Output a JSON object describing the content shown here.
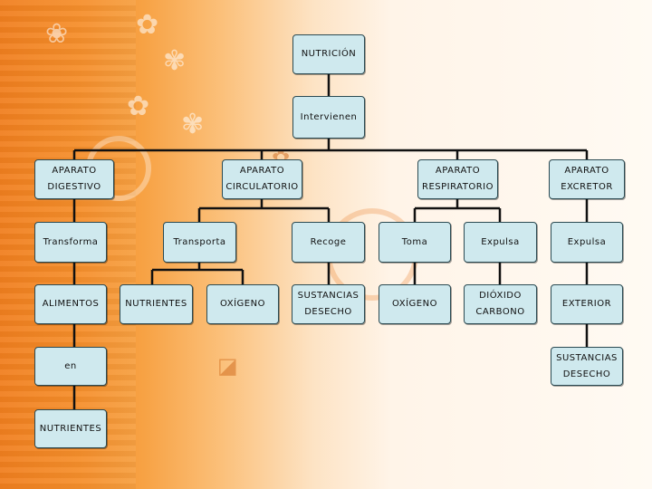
{
  "nodes": {
    "nutricion": "NUTRICIÓN",
    "intervienen": "Intervienen",
    "digestivo_1": "APARATO",
    "digestivo_2": "DIGESTIVO",
    "circulatorio_1": "APARATO",
    "circulatorio_2": "CIRCULATORIO",
    "respiratorio_1": "APARATO",
    "respiratorio_2": "RESPIRATORIO",
    "excretor_1": "APARATO",
    "excretor_2": "EXCRETOR",
    "transforma": "Transforma",
    "transporta": "Transporta",
    "recoge": "Recoge",
    "toma": "Toma",
    "expulsa_1": "Expulsa",
    "expulsa_2": "Expulsa",
    "alimentos": "ALIMENTOS",
    "nutrientes_1": "NUTRIENTES",
    "oxigeno_1": "OXÍGENO",
    "sustancias_desecho_1": "SUSTANCIAS\nDESECHO",
    "oxigeno_2": "OXÍGENO",
    "dioxido_carbono": "DIÓXIDO\nCARBONO",
    "exterior": "EXTERIOR",
    "sustancias_desecho_2": "SUSTANCIAS\nDESECHO",
    "en": "en",
    "nutrientes_2": "NUTRIENTES"
  },
  "colors": {
    "box_fill": "#cfe9ee",
    "line": "#111111",
    "background_orange": "#f58e2b"
  }
}
